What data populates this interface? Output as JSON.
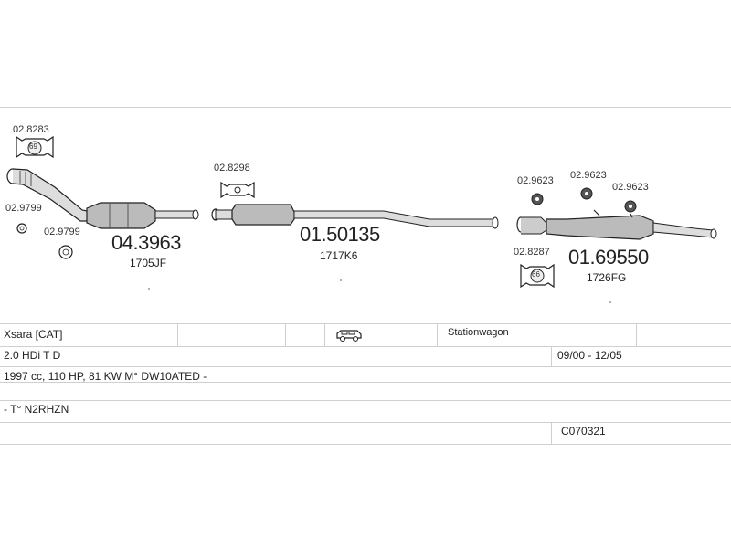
{
  "parts": {
    "hanger_a": "02.8283",
    "hanger_a_badge": "69",
    "gasket_a": "02.9799",
    "gasket_b": "02.9799",
    "catalyst_number": "04.3963",
    "catalyst_ref": "1705JF",
    "hanger_b": "02.8298",
    "middle_silencer_number": "01.50135",
    "middle_silencer_ref": "1717K6",
    "rubber_a": "02.9623",
    "rubber_b": "02.9623",
    "rubber_c": "02.9623",
    "hanger_c": "02.8287",
    "hanger_c_badge": "66",
    "rear_silencer_number": "01.69550",
    "rear_silencer_ref": "1726FG"
  },
  "vehicle": {
    "model": "Xsara  [CAT]",
    "body_type": "Stationwagon",
    "body_icon": "car-estate-icon",
    "engine": "2.0 HDi T D",
    "date_range": "09/00 - 12/05",
    "spec": "1997 cc, 110 HP, 81 KW M° DW10ATED -",
    "code_line": "- T° N2RHZN",
    "catalog_code": "C070321"
  }
}
